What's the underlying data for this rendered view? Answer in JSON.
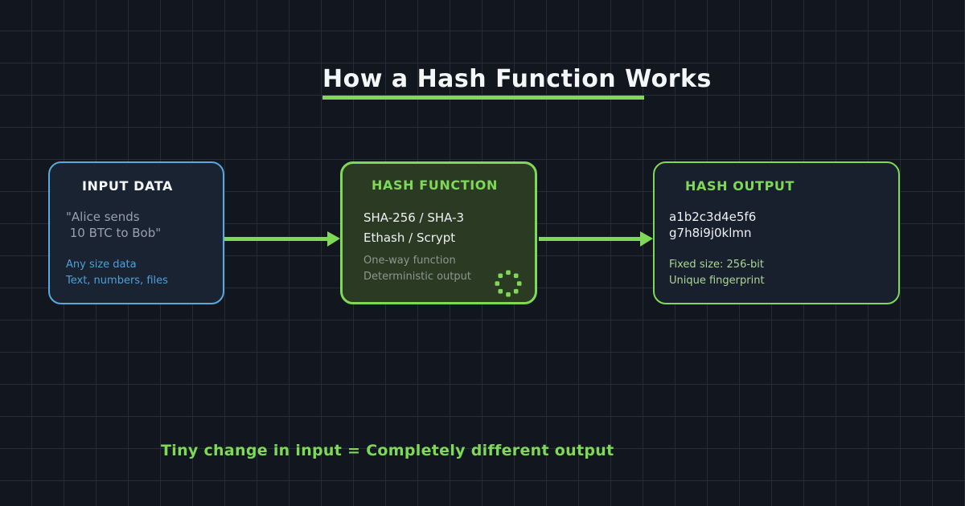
{
  "page": {
    "title": "How a Hash Function Works",
    "footer": "Tiny change in input = Completely different output"
  },
  "colors": {
    "background": "#12161f",
    "grid_line": "#262c3a",
    "accent_green": "#7ed957",
    "accent_blue": "#58a9dd",
    "pale_green": "#abd795",
    "muted_gray": "#98a0ab",
    "input_box_fill": "#1a2332",
    "hash_box_fill": "#2b3a23",
    "output_box_fill": "#19202d"
  },
  "boxes": {
    "input": {
      "title": "INPUT DATA",
      "example_line1": "\"Alice sends",
      "example_line2": " 10 BTC to Bob\"",
      "note_line1": "Any size data",
      "note_line2": "Text, numbers, files"
    },
    "hash_function": {
      "title": "HASH FUNCTION",
      "algo_line1": "SHA-256 / SHA-3",
      "algo_line2": "Ethash / Scrypt",
      "prop_line1": "One-way function",
      "prop_line2": "Deterministic output"
    },
    "output": {
      "title": "HASH OUTPUT",
      "hash_line1": "a1b2c3d4e5f6",
      "hash_line2": "g7h8i9j0klmn",
      "note_line1": "Fixed size: 256-bit",
      "note_line2": "Unique fingerprint"
    }
  }
}
